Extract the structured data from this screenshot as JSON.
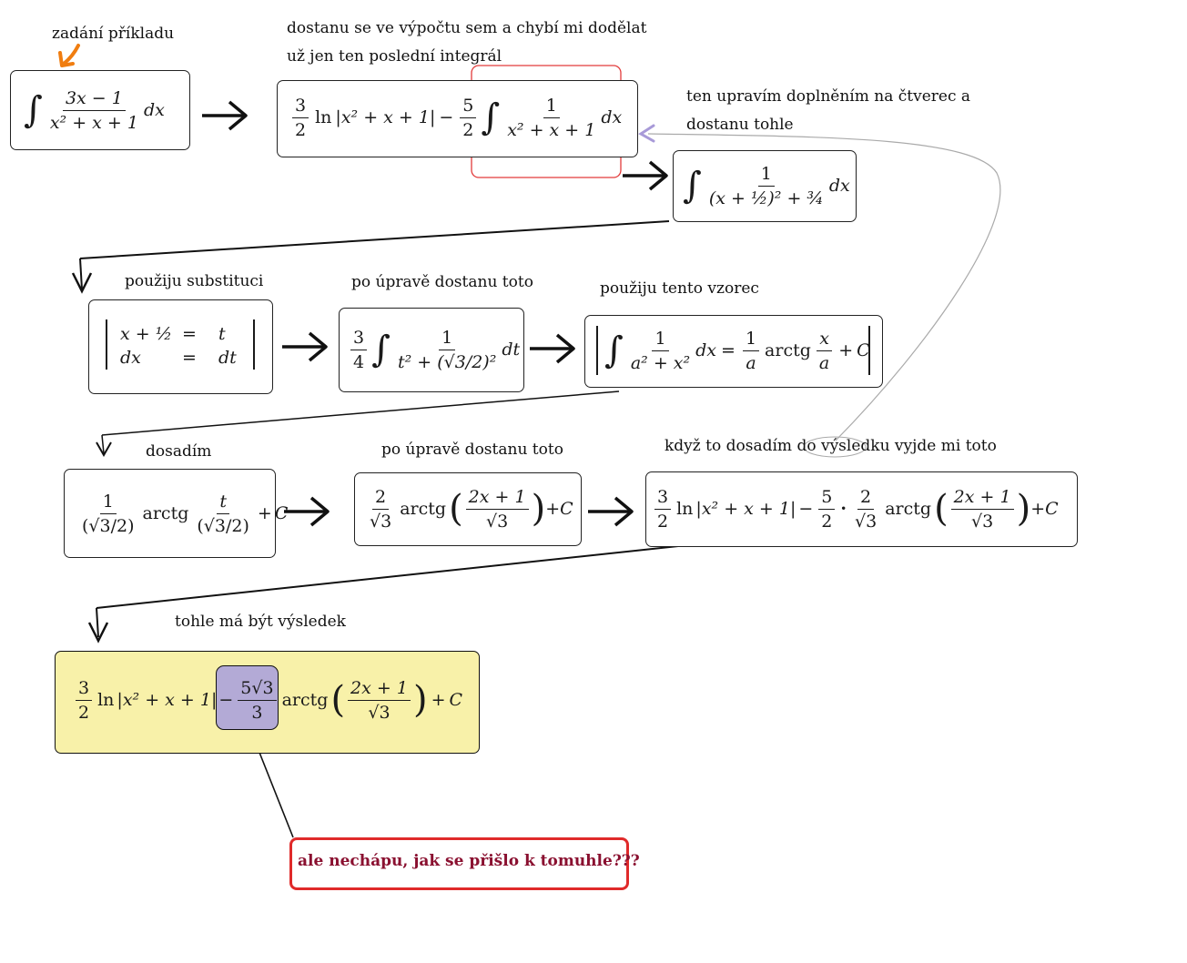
{
  "notes": {
    "zadani": "zadání příkladu",
    "dostanu_line1": "dostanu se ve výpočtu sem a chybí mi dodělat",
    "dostanu_line2": "už jen ten poslední integrál",
    "upravim_line1": "ten upravím doplněním na čtverec a",
    "upravim_line2": "dostanu tohle",
    "substituce": "použiju substituci",
    "po_uprave1": "po úpravě dostanu toto",
    "vzorec": "použiju tento vzorec",
    "dosadim": "dosadím",
    "po_uprave2": "po úpravě dostanu toto",
    "kdyz": "když to dosadím do výsledku vyjde mi toto",
    "vysledek": "tohle má být výsledek",
    "question": "ale nechápu, jak se přišlo k tomuhle???"
  },
  "math": {
    "integral_sign": "∫",
    "dx": "dx",
    "dt": "dt",
    "C": "C",
    "arctg": "arctg",
    "ln": "ln",
    "e1_num": "3x − 1",
    "e1_den": "x² + x + 1",
    "e2_n1": "3",
    "e2_d1": "2",
    "e2_ln_arg": "|x² + x + 1|",
    "e2_minus": "−",
    "e2_n2": "5",
    "e2_d2": "2",
    "e2_inum": "1",
    "e2_iden": "x² + x + 1",
    "e3_num": "1",
    "e3_den": "(x + ½)² + ¾",
    "sub_r1_l": "x + ½",
    "sub_r1_r": "t",
    "sub_r2_l": "dx",
    "sub_r2_r": "dt",
    "sub_eq": "=",
    "e5_n": "3",
    "e5_d": "4",
    "e5_inum": "1",
    "e5_iden": "t² + (√3/2)²",
    "e6_num": "1",
    "e6_den": "a² + x²",
    "e6_eq": "=",
    "e6_fn": "1",
    "e6_fd": "a",
    "e6_xn": "x",
    "e6_xd": "a",
    "e7_num": "1",
    "e7_den": "(√3/2)",
    "e7_tn": "t",
    "e7_td": "(√3/2)",
    "e8_n": "2",
    "e8_d": "√3",
    "e8_an": "2x + 1",
    "e8_ad": "√3",
    "e9_n1": "3",
    "e9_d1": "2",
    "e9_n2": "5",
    "e9_d2": "2",
    "e9_n3": "2",
    "e9_d3": "√3",
    "e9_dot": "·",
    "e9_an": "2x + 1",
    "e9_ad": "√3",
    "e10_n1": "3",
    "e10_d1": "2",
    "e10_hn": "5√3",
    "e10_hd": "3",
    "e10_an": "2x + 1",
    "e10_ad": "√3"
  },
  "colors": {
    "result_fill": "#f8f1a9",
    "highlight_fill": "#b3aad6",
    "question_border": "#e02a2a",
    "question_text": "#8a1030",
    "orange_arrow": "#f07d10",
    "red_rect": "#e23b3b",
    "curve": "#aaaaaa",
    "curve_head": "#a89ad8"
  }
}
